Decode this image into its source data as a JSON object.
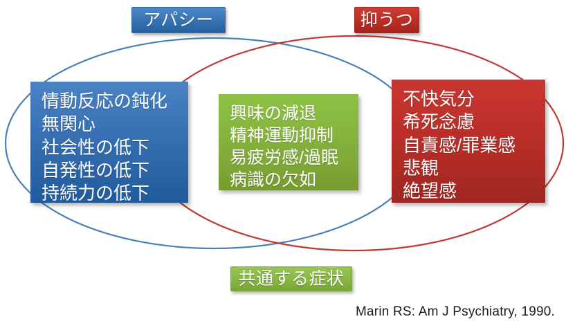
{
  "diagram": {
    "type": "venn-two-circle",
    "labels": {
      "left_label": "アパシー",
      "right_label": "抑うつ",
      "overlap_label": "共通する症状"
    },
    "colors": {
      "left": "#3974b4",
      "right": "#bd2f27",
      "overlap": "#8ab945",
      "left_outline": "#4a7ebb",
      "right_outline": "#be3a32",
      "background": "#ffffff",
      "text": "#ffffff",
      "citation_text": "#1a1a1a"
    },
    "left_box": {
      "title": "アパシー",
      "items": [
        "情動反応の鈍化",
        "無関心",
        "社会性の低下",
        "自発性の低下",
        "持続力の低下"
      ]
    },
    "overlap_box": {
      "title": "共通する症状",
      "items": [
        "興味の減退",
        "精神運動抑制",
        "易疲労感/過眠",
        "病識の欠如"
      ]
    },
    "right_box": {
      "title": "抑うつ",
      "items": [
        "不快気分",
        "希死念慮",
        "自責感/罪業感",
        "悲観",
        "絶望感"
      ]
    }
  },
  "citation": "Marin RS: Am J Psychiatry, 1990."
}
